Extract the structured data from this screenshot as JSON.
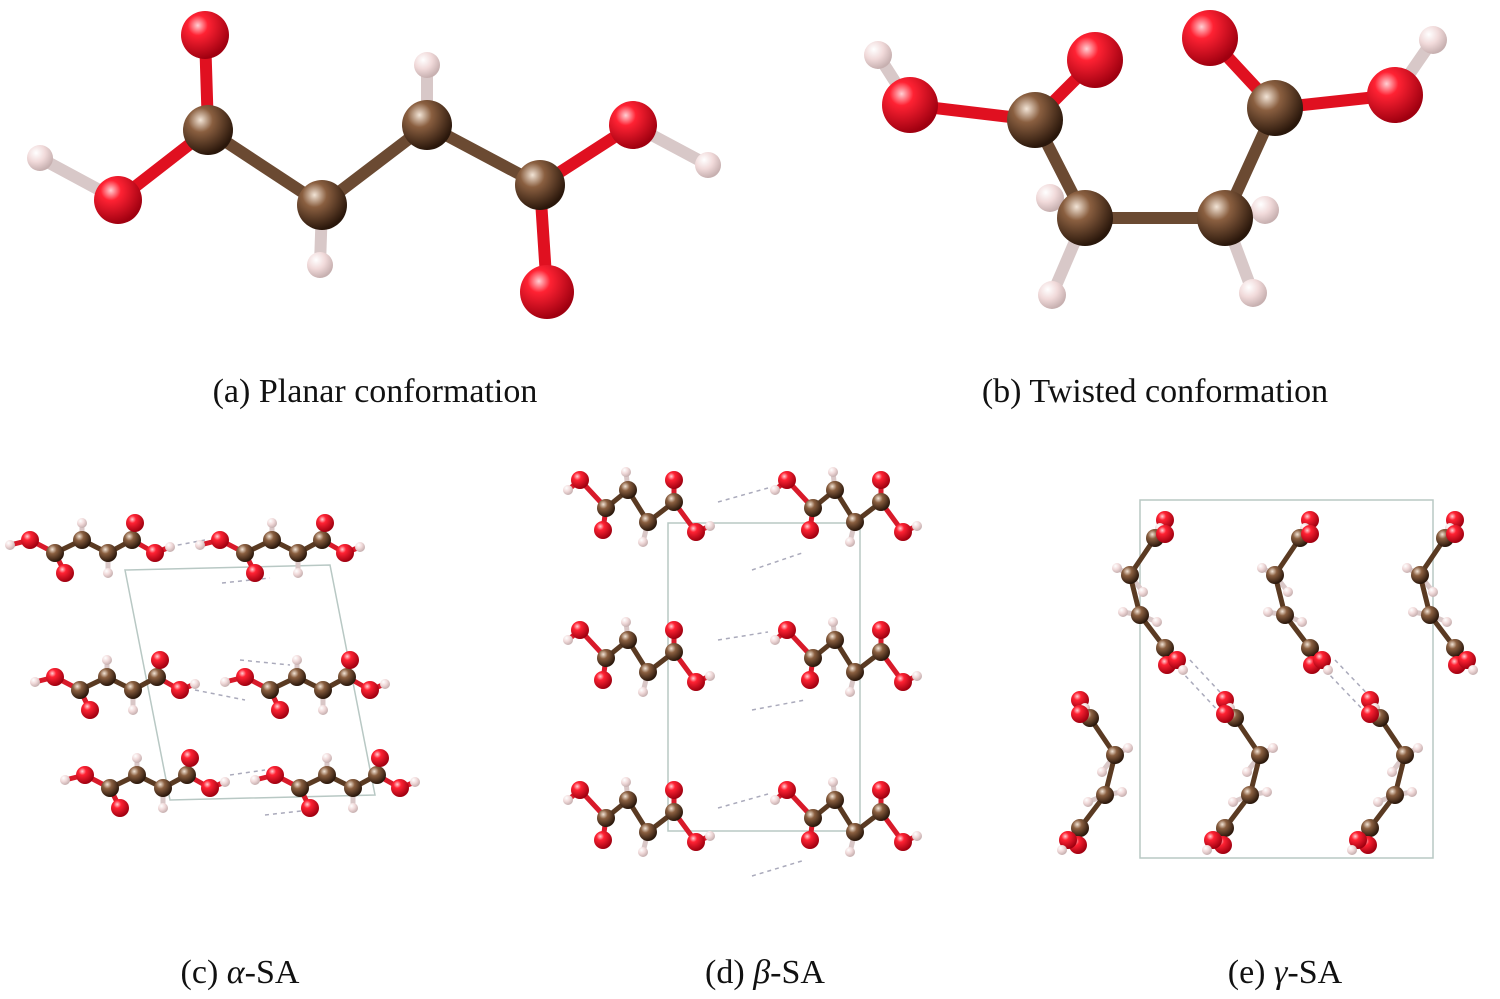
{
  "panels": [
    {
      "id": "a",
      "caption": "(a) Planar conformation"
    },
    {
      "id": "b",
      "caption": "(b) Twisted conformation"
    },
    {
      "id": "c",
      "caption_prefix": "(c) ",
      "caption_symbol": "α",
      "caption_suffix": "-SA"
    },
    {
      "id": "d",
      "caption_prefix": "(d) ",
      "caption_symbol": "β",
      "caption_suffix": "-SA"
    },
    {
      "id": "e",
      "caption_prefix": "(e) ",
      "caption_symbol": "γ",
      "caption_suffix": "-SA"
    }
  ],
  "atom_colors": {
    "carbon": "#5a3a22",
    "oxygen": "#ee1122",
    "hydrogen": "#f1dada"
  }
}
